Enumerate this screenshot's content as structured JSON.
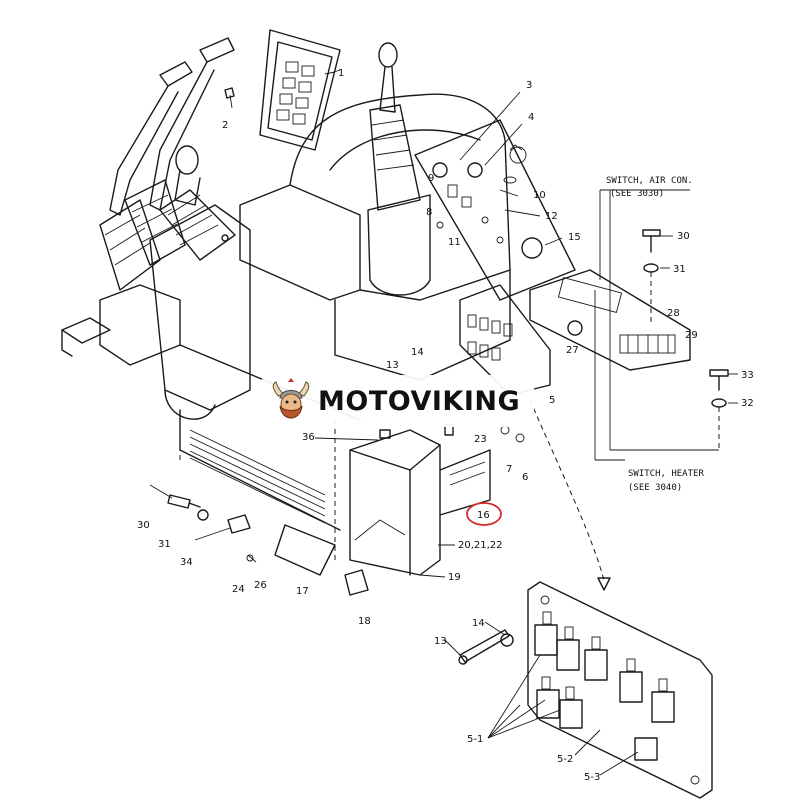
{
  "watermark": {
    "brand": "MOTOVIKING",
    "icon": "viking-head-icon"
  },
  "notes": {
    "switch_air_con": "SWITCH, AIR CON.",
    "see_3030": "(SEE 3030)",
    "switch_heater": "SWITCH, HEATER",
    "see_3040": "(SEE 3040)"
  },
  "labels": {
    "p1": "1",
    "p2": "2",
    "p3": "3",
    "p4": "4",
    "p5": "5",
    "p6": "6",
    "p7": "7",
    "p8": "8",
    "p9": "9",
    "p10": "10",
    "p11": "11",
    "p12": "12",
    "p13": "13",
    "p14": "14",
    "p15": "15",
    "p16": "16",
    "p17": "17",
    "p18": "18",
    "p19": "19",
    "p20_22": "20,21,22",
    "p23": "23",
    "p24": "24",
    "p26": "26",
    "p27": "27",
    "p28": "28",
    "p29": "29",
    "p30": "30",
    "p31": "31",
    "p32": "32",
    "p33": "33",
    "p34": "34",
    "p36": "36",
    "d13": "13",
    "d14": "14",
    "d5_1": "5-1",
    "d5_2": "5-2",
    "d5_3": "5-3",
    "b30": "30",
    "b31": "31"
  },
  "highlight": {
    "part": "16",
    "color": "#d62a2a"
  }
}
